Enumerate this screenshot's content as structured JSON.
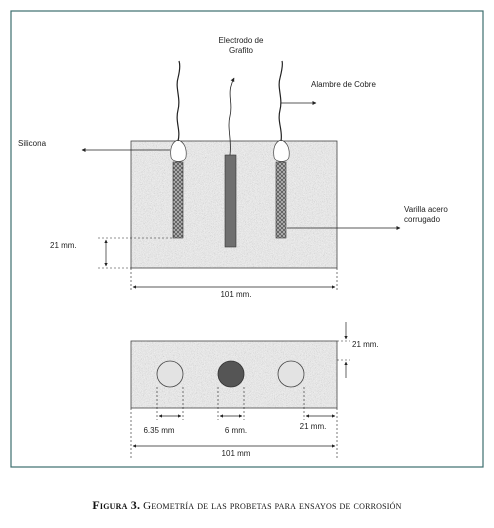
{
  "labels": {
    "electrode_line1": "Electrodo de",
    "electrode_line2": "Grafito",
    "copper_wire": "Alambre de Cobre",
    "silicone": "Silicona",
    "rebar_line1": "Varilla acero",
    "rebar_line2": "corrugado",
    "dim_21_side": "21 mm.",
    "dim_101_top": "101 mm.",
    "dim_21_bottom_right": "21 mm.",
    "dim_6_35": "6.35 mm",
    "dim_6": "6 mm.",
    "dim_21_lower": "21 mm.",
    "dim_101_bottom": "101 mm"
  },
  "caption": {
    "label": "Figura 3.",
    "text": "Geometría de las probetas para ensayos de corrosión"
  },
  "colors": {
    "concrete": "#c9c9c9",
    "electrode": "#6f6f6f",
    "dark_circle": "#555555",
    "light_circle": "#e3e3e3",
    "frame": "#3c6e6e"
  }
}
